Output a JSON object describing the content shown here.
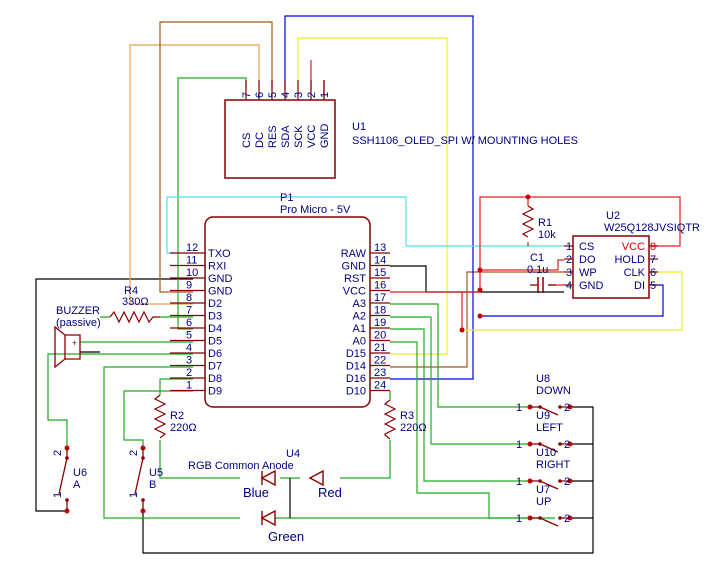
{
  "colors": {
    "component": "#880000",
    "text": "#000080",
    "wire_black": "#000000",
    "wire_orange": "#e8a050",
    "wire_brown": "#a05a1e",
    "wire_green": "#22aa22",
    "wire_blue": "#0000dd",
    "wire_yellow": "#eeee22",
    "wire_cyan": "#55ddee",
    "wire_red": "#dd2222",
    "junction": "#cc0000"
  },
  "oled": {
    "ref": "U1",
    "name": "SSH1106_OLED_SPI W/ MOUNTING HOLES",
    "pins": [
      {
        "name": "CS",
        "num": "7"
      },
      {
        "name": "DC",
        "num": "6"
      },
      {
        "name": "RES",
        "num": "5"
      },
      {
        "name": "SDA",
        "num": "4"
      },
      {
        "name": "SCK",
        "num": "3"
      },
      {
        "name": "VCC",
        "num": "2"
      },
      {
        "name": "GND",
        "num": "1"
      }
    ]
  },
  "promicro": {
    "ref": "P1",
    "name": "Pro Micro - 5V",
    "left_pins": [
      {
        "num": "12",
        "name": "TXO"
      },
      {
        "num": "11",
        "name": "RXI"
      },
      {
        "num": "10",
        "name": "GND"
      },
      {
        "num": "9",
        "name": "GND"
      },
      {
        "num": "8",
        "name": "D2"
      },
      {
        "num": "7",
        "name": "D3"
      },
      {
        "num": "6",
        "name": "D4"
      },
      {
        "num": "5",
        "name": "D5"
      },
      {
        "num": "4",
        "name": "D6"
      },
      {
        "num": "3",
        "name": "D7"
      },
      {
        "num": "2",
        "name": "D8"
      },
      {
        "num": "1",
        "name": "D9"
      }
    ],
    "right_pins": [
      {
        "num": "13",
        "name": "RAW"
      },
      {
        "num": "14",
        "name": "GND"
      },
      {
        "num": "15",
        "name": "RST"
      },
      {
        "num": "16",
        "name": "VCC"
      },
      {
        "num": "17",
        "name": "A3"
      },
      {
        "num": "18",
        "name": "A2"
      },
      {
        "num": "19",
        "name": "A1"
      },
      {
        "num": "20",
        "name": "A0"
      },
      {
        "num": "21",
        "name": "D15"
      },
      {
        "num": "22",
        "name": "D14"
      },
      {
        "num": "23",
        "name": "D16"
      },
      {
        "num": "24",
        "name": "D10"
      }
    ]
  },
  "flash": {
    "ref": "U2",
    "name": "W25Q128JVSIQTR",
    "left_pins": [
      {
        "num": "1",
        "name": "CS"
      },
      {
        "num": "2",
        "name": "DO"
      },
      {
        "num": "3",
        "name": "WP"
      },
      {
        "num": "4",
        "name": "GND"
      }
    ],
    "right_pins": [
      {
        "num": "8",
        "name": "VCC"
      },
      {
        "num": "7",
        "name": "HOLD"
      },
      {
        "num": "6",
        "name": "CLK"
      },
      {
        "num": "5",
        "name": "DI"
      }
    ]
  },
  "r1": {
    "ref": "R1",
    "value": "10k"
  },
  "c1": {
    "ref": "C1",
    "value": "0.1u"
  },
  "r4": {
    "ref": "R4",
    "value": "330Ω"
  },
  "r2": {
    "ref": "R2",
    "value": "220Ω"
  },
  "r3": {
    "ref": "R3",
    "value": "220Ω"
  },
  "buzzer": {
    "line1": "BUZZER",
    "line2": "(passive)"
  },
  "led": {
    "ref": "U4",
    "name": "RGB Common Anode",
    "blue": "Blue",
    "red": "Red",
    "green": "Green"
  },
  "switches": [
    {
      "ref": "U6",
      "label": "A"
    },
    {
      "ref": "U5",
      "label": "B"
    },
    {
      "ref": "U8",
      "label": "DOWN"
    },
    {
      "ref": "U9",
      "label": "LEFT"
    },
    {
      "ref": "U10",
      "label": "RIGHT"
    },
    {
      "ref": "U7",
      "label": "UP"
    }
  ],
  "sw_pins": {
    "one": "1",
    "two": "2"
  }
}
